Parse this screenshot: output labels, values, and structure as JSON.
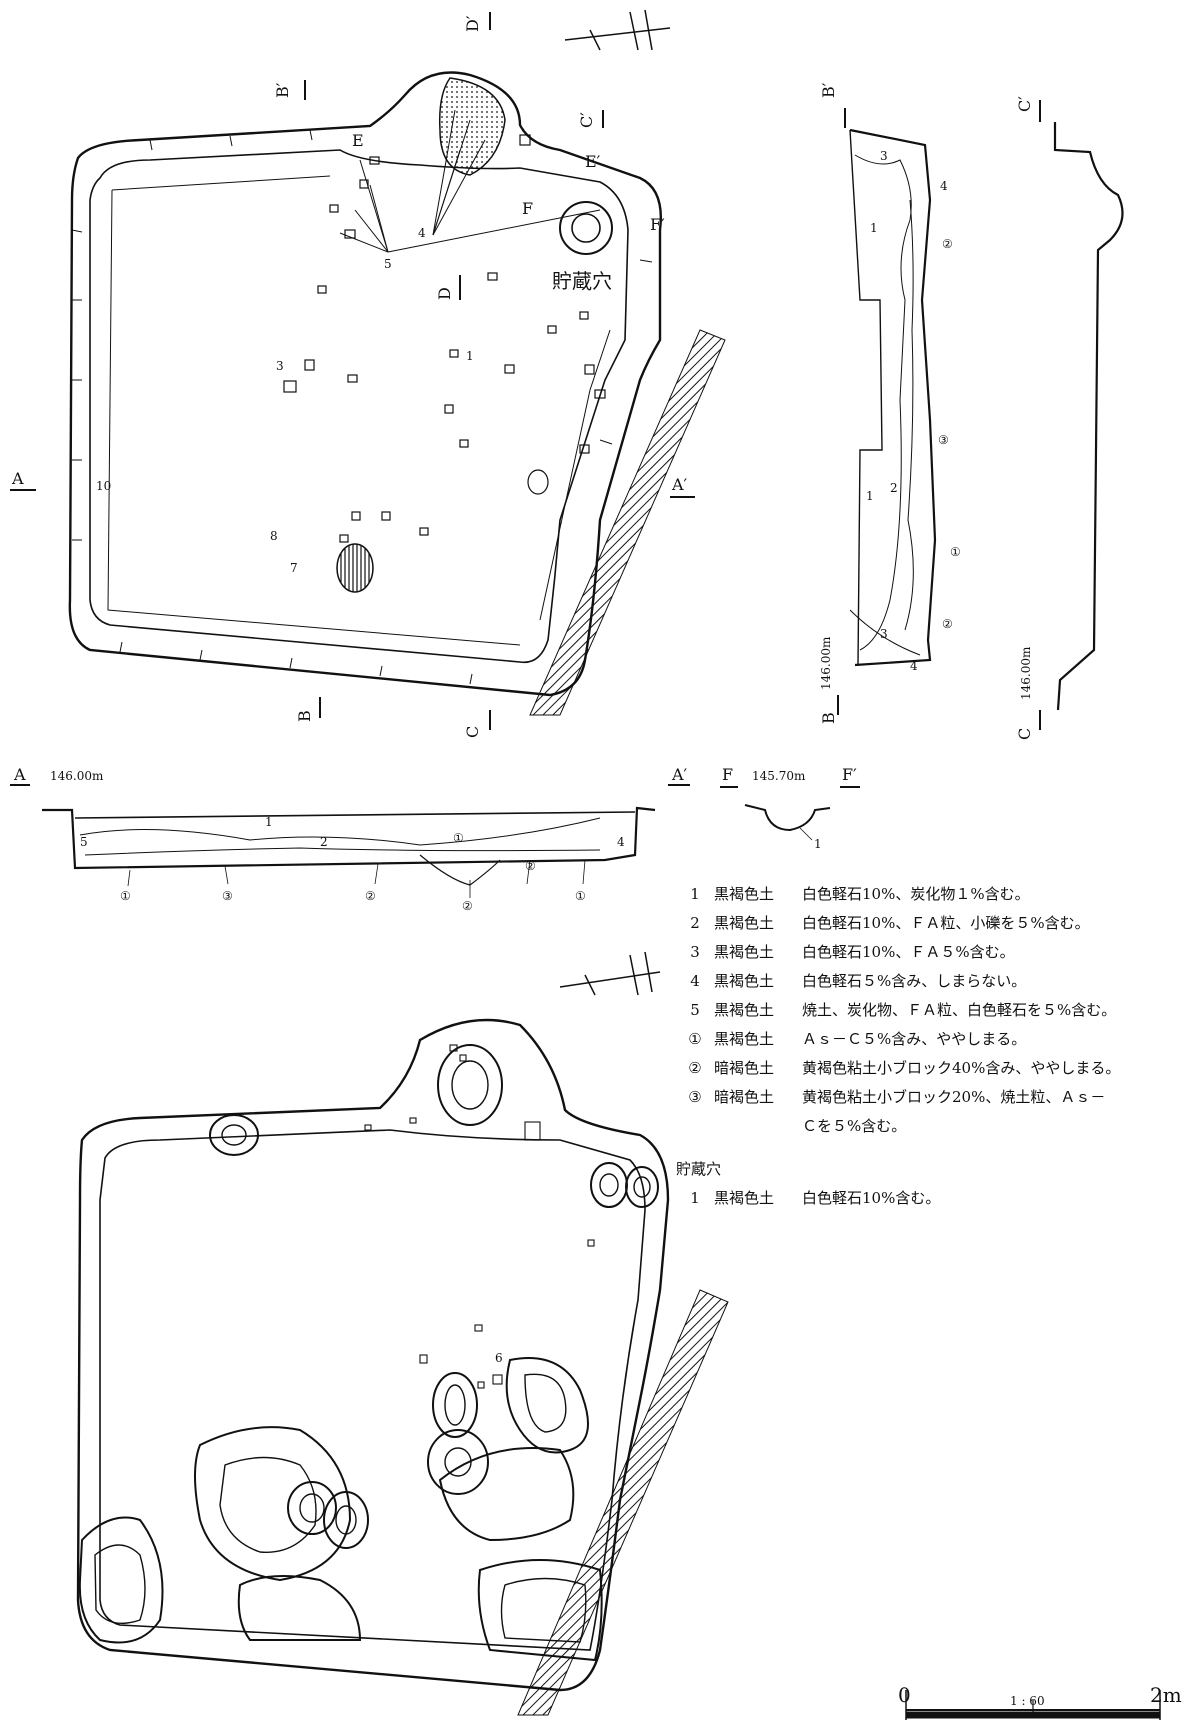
{
  "plan_labels": {
    "A": "A",
    "A_prime": "A′",
    "B": "B",
    "B_prime": "B′",
    "C": "C",
    "C_prime": "C′",
    "D": "D",
    "D_prime": "D′",
    "E": "E",
    "E_prime": "E′",
    "F": "F",
    "F_prime": "F′",
    "storage_pit": "貯蔵穴",
    "artifact_numbers": [
      "1",
      "3",
      "4",
      "5",
      "7",
      "8",
      "10"
    ],
    "lower_plan_number": "6"
  },
  "sections": {
    "A_elevation": "146.00m",
    "B_elevation": "146.00m",
    "C_elevation": "146.00m",
    "F_elevation": "145.70m",
    "A_layers": [
      "1",
      "2",
      "4",
      "5",
      "①",
      "②",
      "③"
    ],
    "B_layers": [
      "1",
      "2",
      "3",
      "4",
      "①",
      "②",
      "③"
    ],
    "F_layers": [
      "1"
    ]
  },
  "legend": {
    "rows": [
      {
        "no": "1",
        "soil": "黒褐色土",
        "desc": "白色軽石10%、炭化物１%含む。"
      },
      {
        "no": "2",
        "soil": "黒褐色土",
        "desc": "白色軽石10%、ＦＡ粒、小礫を５%含む。"
      },
      {
        "no": "3",
        "soil": "黒褐色土",
        "desc": "白色軽石10%、ＦＡ５%含む。"
      },
      {
        "no": "4",
        "soil": "黒褐色土",
        "desc": "白色軽石５%含み、しまらない。"
      },
      {
        "no": "5",
        "soil": "黒褐色土",
        "desc": "焼土、炭化物、ＦＡ粒、白色軽石を５%含む。"
      },
      {
        "no": "①",
        "soil": "黒褐色土",
        "desc": "Ａｓ－Ｃ５%含み、ややしまる。"
      },
      {
        "no": "②",
        "soil": "暗褐色土",
        "desc": "黄褐色粘土小ブロック40%含み、ややしまる。"
      },
      {
        "no": "③",
        "soil": "暗褐色土",
        "desc": "黄褐色粘土小ブロック20%、焼土粒、Ａｓ－"
      }
    ],
    "row3_cont": "Ｃを５%含む。",
    "pit_title": "貯蔵穴",
    "pit_rows": [
      {
        "no": "1",
        "soil": "黒褐色土",
        "desc": "白色軽石10%含む。"
      }
    ]
  },
  "scale": {
    "zero": "0",
    "ratio": "1 : 60",
    "max": "2m"
  }
}
